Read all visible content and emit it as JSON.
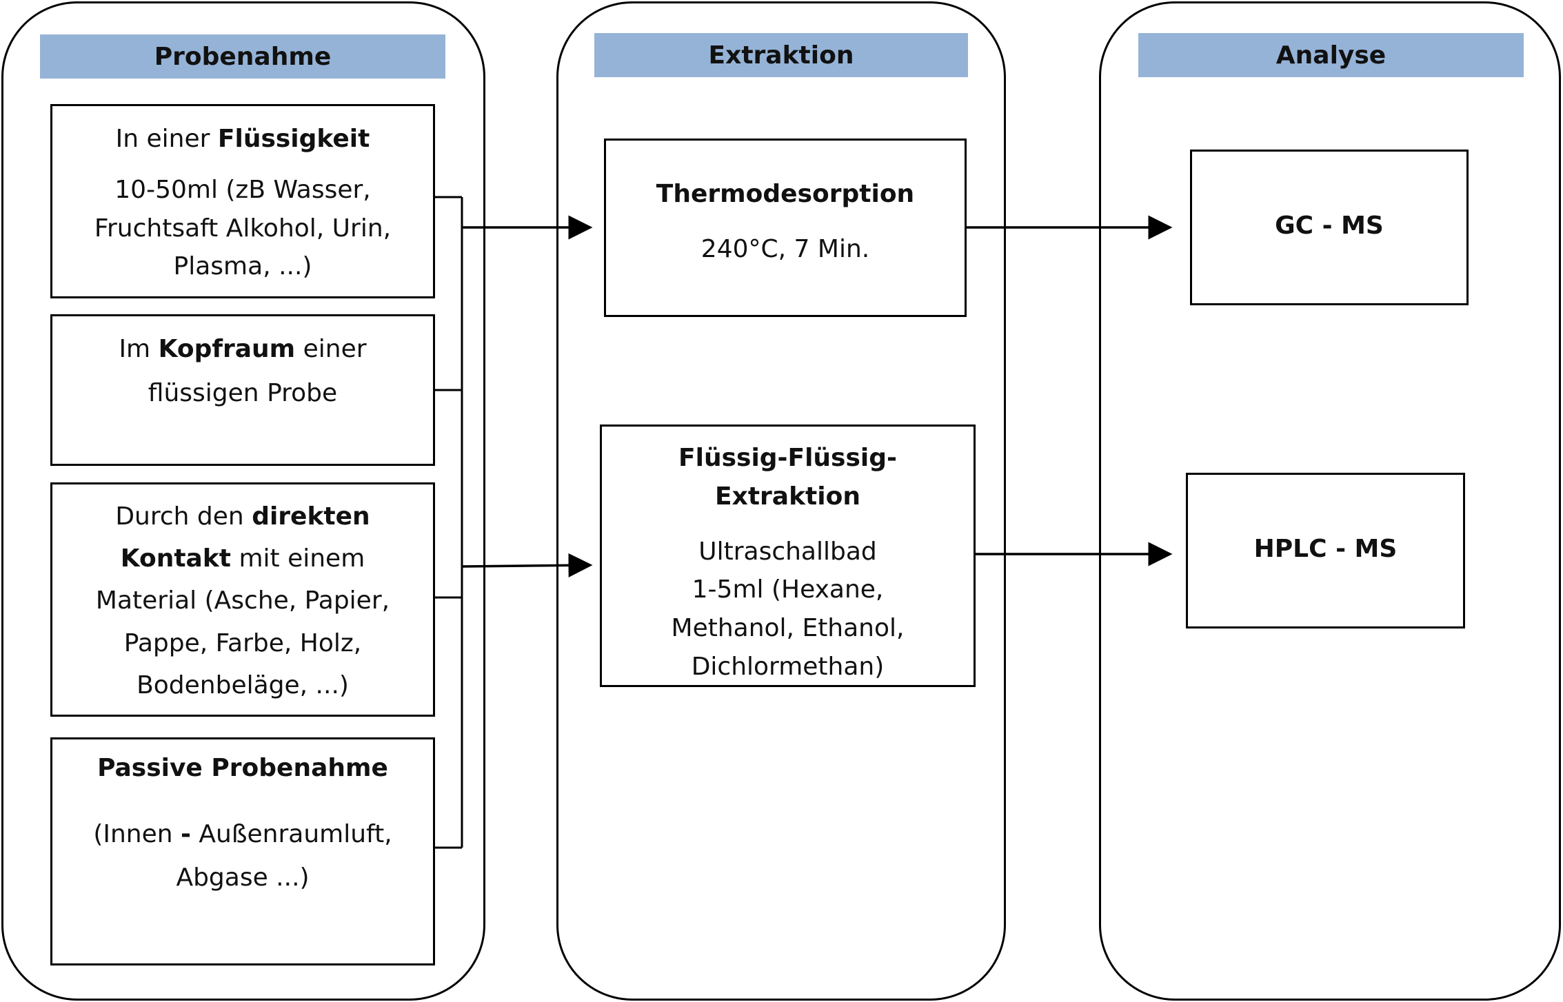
{
  "columns": {
    "probenahme": {
      "title": "Probenahme",
      "boxes": [
        {
          "line1_pre": "In einer ",
          "line1_bold": "Flüssigkeit",
          "body": "10-50ml (zB Wasser, Fruchtsaft Alkohol, Urin, Plasma, ...)"
        },
        {
          "line1_pre": "Im ",
          "line1_bold": "Kopfraum",
          "line1_post": " einer",
          "line2": "flüssigen Probe"
        },
        {
          "line1_pre": "Durch den ",
          "line1_bold": "direkten",
          "line2_bold": "Kontakt",
          "line2_post": " mit einem",
          "body": "Material (Asche, Papier, Pappe, Farbe, Holz, Bodenbeläge, ...)"
        },
        {
          "title": "Passive Probenahme",
          "body_pre": "(Innen ",
          "body_bold": "-",
          "body_post": " Außenraumluft,",
          "body2": "Abgase ...)"
        }
      ]
    },
    "extraktion": {
      "title": "Extraktion",
      "boxes": [
        {
          "title": "Thermodesorption",
          "body": "240°C, 7 Min."
        },
        {
          "title": "Flüssig-Flüssig-Extraktion",
          "lines": [
            "Ultraschallbad",
            "1-5ml (Hexane,",
            "Methanol, Ethanol,",
            "Dichlormethan)"
          ]
        }
      ]
    },
    "analyse": {
      "title": "Analyse",
      "boxes": [
        {
          "title": "GC - MS"
        },
        {
          "title": "HPLC - MS"
        }
      ]
    }
  }
}
